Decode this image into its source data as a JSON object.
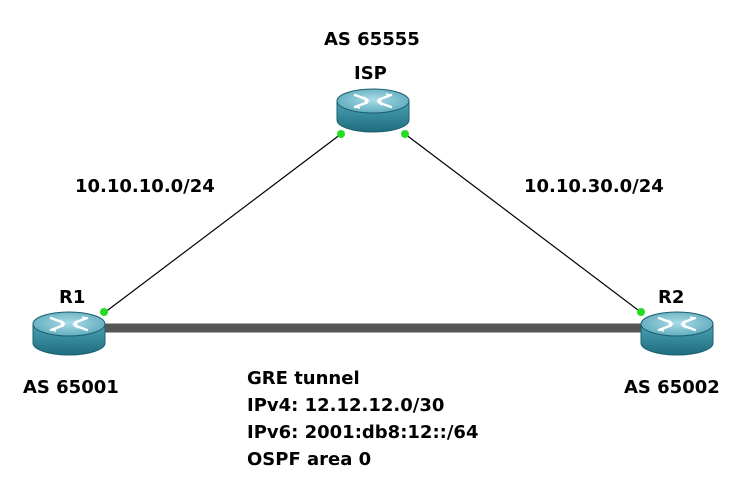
{
  "routers": [
    {
      "id": "isp",
      "name": "ISP",
      "as": "AS 65555"
    },
    {
      "id": "r1",
      "name": "R1",
      "as": "AS 65001"
    },
    {
      "id": "r2",
      "name": "R2",
      "as": "AS 65002"
    }
  ],
  "links": [
    {
      "id": "isp-r1",
      "subnet": "10.10.10.0/24"
    },
    {
      "id": "isp-r2",
      "subnet": "10.10.30.0/24"
    }
  ],
  "tunnel": {
    "lines": [
      "GRE tunnel",
      "IPv4: 12.12.12.0/30",
      "IPv6: 2001:db8:12::/64",
      "OSPF area 0"
    ]
  },
  "colors": {
    "router_body": "#2f8a9e",
    "router_top": "#7cc0cf",
    "link_up": "#22dd22",
    "tunnel": "#555555"
  }
}
